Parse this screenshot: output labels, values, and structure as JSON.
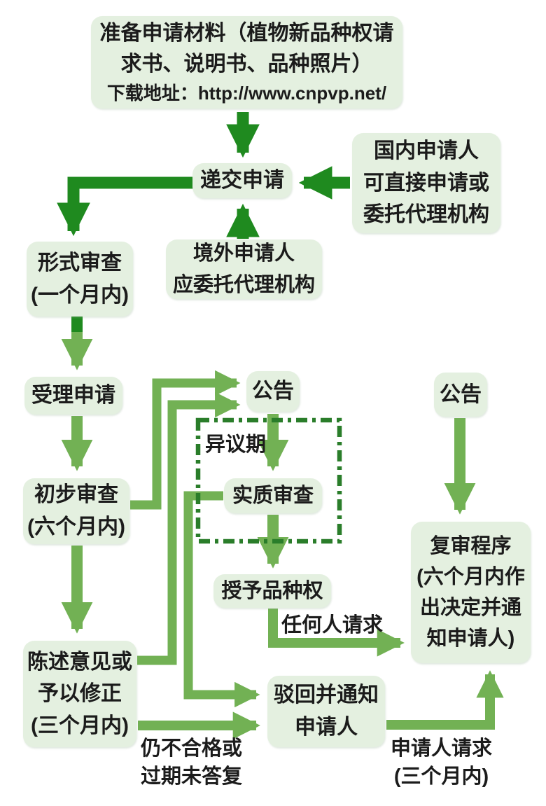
{
  "colors": {
    "box_fill": "#e4f0e0",
    "arrow_dark_green": "#1f8a1f",
    "arrow_light_green": "#72b154",
    "dashed_border_green": "#2a7d2a",
    "text": "#1b1b1b",
    "background": "#ffffff"
  },
  "nodes": {
    "prepare": {
      "lines": [
        "准备申请材料（植物新品种权请",
        "求书、说明书、品种照片）",
        "下载地址：http://www.cnpvp.net/"
      ]
    },
    "submit": {
      "lines": [
        "递交申请"
      ]
    },
    "domestic": {
      "lines": [
        "国内申请人",
        "可直接申请或",
        "委托代理机构"
      ]
    },
    "overseas": {
      "lines": [
        "境外申请人",
        "应委托代理机构"
      ]
    },
    "formal": {
      "lines": [
        "形式审查",
        "(一个月内)"
      ]
    },
    "accept": {
      "lines": [
        "受理申请"
      ]
    },
    "preliminary": {
      "lines": [
        "初步审查",
        "(六个月内)"
      ]
    },
    "gazette_left": {
      "lines": [
        "公告"
      ]
    },
    "gazette_right": {
      "lines": [
        "公告"
      ]
    },
    "substantive": {
      "lines": [
        "实质审查"
      ]
    },
    "grant": {
      "lines": [
        "授予品种权"
      ]
    },
    "review": {
      "lines": [
        "复审程序",
        "(六个月内作",
        "出决定并通",
        "知申请人)"
      ]
    },
    "statement": {
      "lines": [
        "陈述意见或",
        "予以修正",
        "(三个月内)"
      ]
    },
    "reject": {
      "lines": [
        "驳回并通知",
        "申请人"
      ]
    }
  },
  "labels": {
    "objection_period": "异议期",
    "anyone_request": "任何人请求",
    "still_unqualified_line1": "仍不合格或",
    "still_unqualified_line2": "过期未答复",
    "applicant_request_line1": "申请人请求",
    "applicant_request_line2": "(三个月内)"
  },
  "edges": [
    {
      "from": "准备申请材料",
      "to": "递交申请",
      "label": ""
    },
    {
      "from": "国内申请人可直接申请或委托代理机构",
      "to": "递交申请",
      "label": ""
    },
    {
      "from": "境外申请人应委托代理机构",
      "to": "递交申请",
      "label": ""
    },
    {
      "from": "递交申请",
      "to": "形式审查(一个月内)",
      "label": ""
    },
    {
      "from": "形式审查(一个月内)",
      "to": "受理申请",
      "label": ""
    },
    {
      "from": "受理申请",
      "to": "初步审查(六个月内)",
      "label": ""
    },
    {
      "from": "初步审查(六个月内)",
      "to": "公告",
      "label": ""
    },
    {
      "from": "初步审查(六个月内)",
      "to": "陈述意见或予以修正(三个月内)",
      "label": ""
    },
    {
      "from": "陈述意见或予以修正(三个月内)",
      "to": "公告",
      "label": ""
    },
    {
      "from": "公告",
      "to": "实质审查",
      "label": "异议期"
    },
    {
      "from": "实质审查",
      "to": "授予品种权",
      "label": ""
    },
    {
      "from": "实质审查",
      "to": "驳回并通知申请人",
      "label": ""
    },
    {
      "from": "陈述意见或予以修正(三个月内)",
      "to": "驳回并通知申请人",
      "label": "仍不合格或过期未答复"
    },
    {
      "from": "授予品种权",
      "to": "复审程序(六个月内作出决定并通知申请人)",
      "label": "任何人请求"
    },
    {
      "from": "驳回并通知申请人",
      "to": "复审程序(六个月内作出决定并通知申请人)",
      "label": "申请人请求(三个月内)"
    },
    {
      "from": "公告(右)",
      "to": "复审程序(六个月内作出决定并通知申请人)",
      "label": ""
    }
  ]
}
